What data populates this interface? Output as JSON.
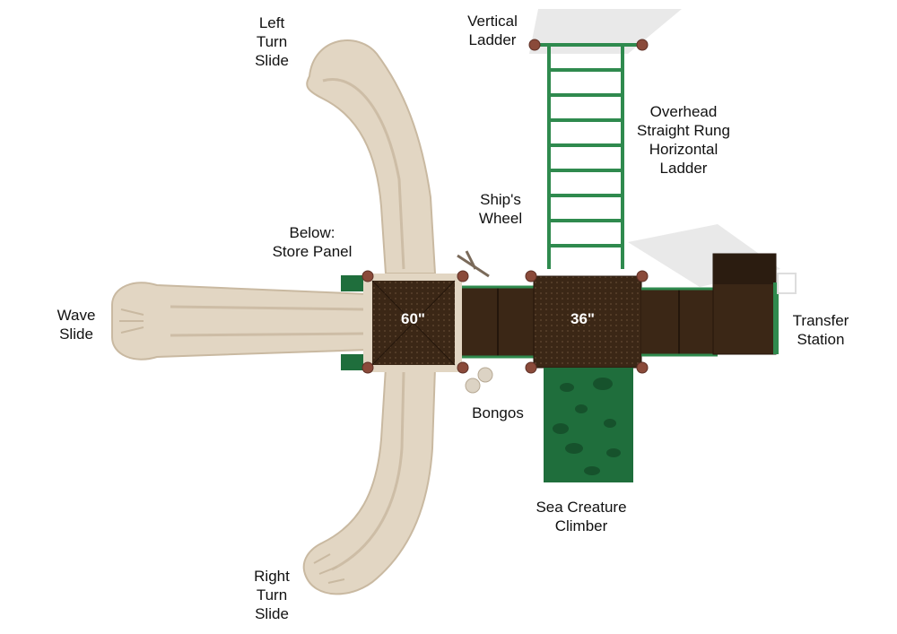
{
  "colors": {
    "slide": "#e2d6c3",
    "slide_shade": "#c9b9a1",
    "deck": "#3b2716",
    "deck_dark": "#24160b",
    "frame_green": "#2f8a4e",
    "post_cap": "#8a4a3a",
    "climber": "#1f6e3c",
    "label_text": "#111111"
  },
  "labels": {
    "left_turn_slide": "Left\nTurn\nSlide",
    "vertical_ladder": "Vertical\nLadder",
    "overhead_ladder": "Overhead\nStraight Rung\nHorizontal\nLadder",
    "ships_wheel": "Ship's\nWheel",
    "store_panel": "Below:\nStore Panel",
    "wave_slide": "Wave\nSlide",
    "transfer_station": "Transfer\nStation",
    "bongos": "Bongos",
    "sea_creature_climber": "Sea Creature\nClimber",
    "right_turn_slide": "Right\nTurn\nSlide"
  },
  "decks": {
    "deck_60": "60\"",
    "deck_36": "36\""
  }
}
